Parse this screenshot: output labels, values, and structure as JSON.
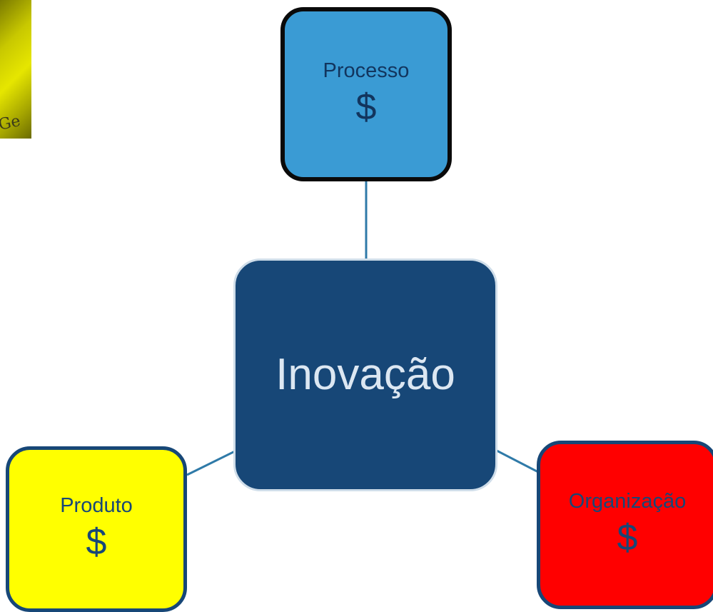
{
  "logo": {
    "text": "Ge"
  },
  "diagram": {
    "center": {
      "label": "Inovação"
    },
    "process": {
      "label": "Processo",
      "value": "$"
    },
    "product": {
      "label": "Produto",
      "value": "$"
    },
    "organization": {
      "label": "Organização",
      "value": "$"
    }
  },
  "colors": {
    "center_fill": "#174777",
    "process_fill": "#3a9bd4",
    "product_fill": "#ffff00",
    "organization_fill": "#ff0000",
    "connector": "#2f7aa8"
  }
}
